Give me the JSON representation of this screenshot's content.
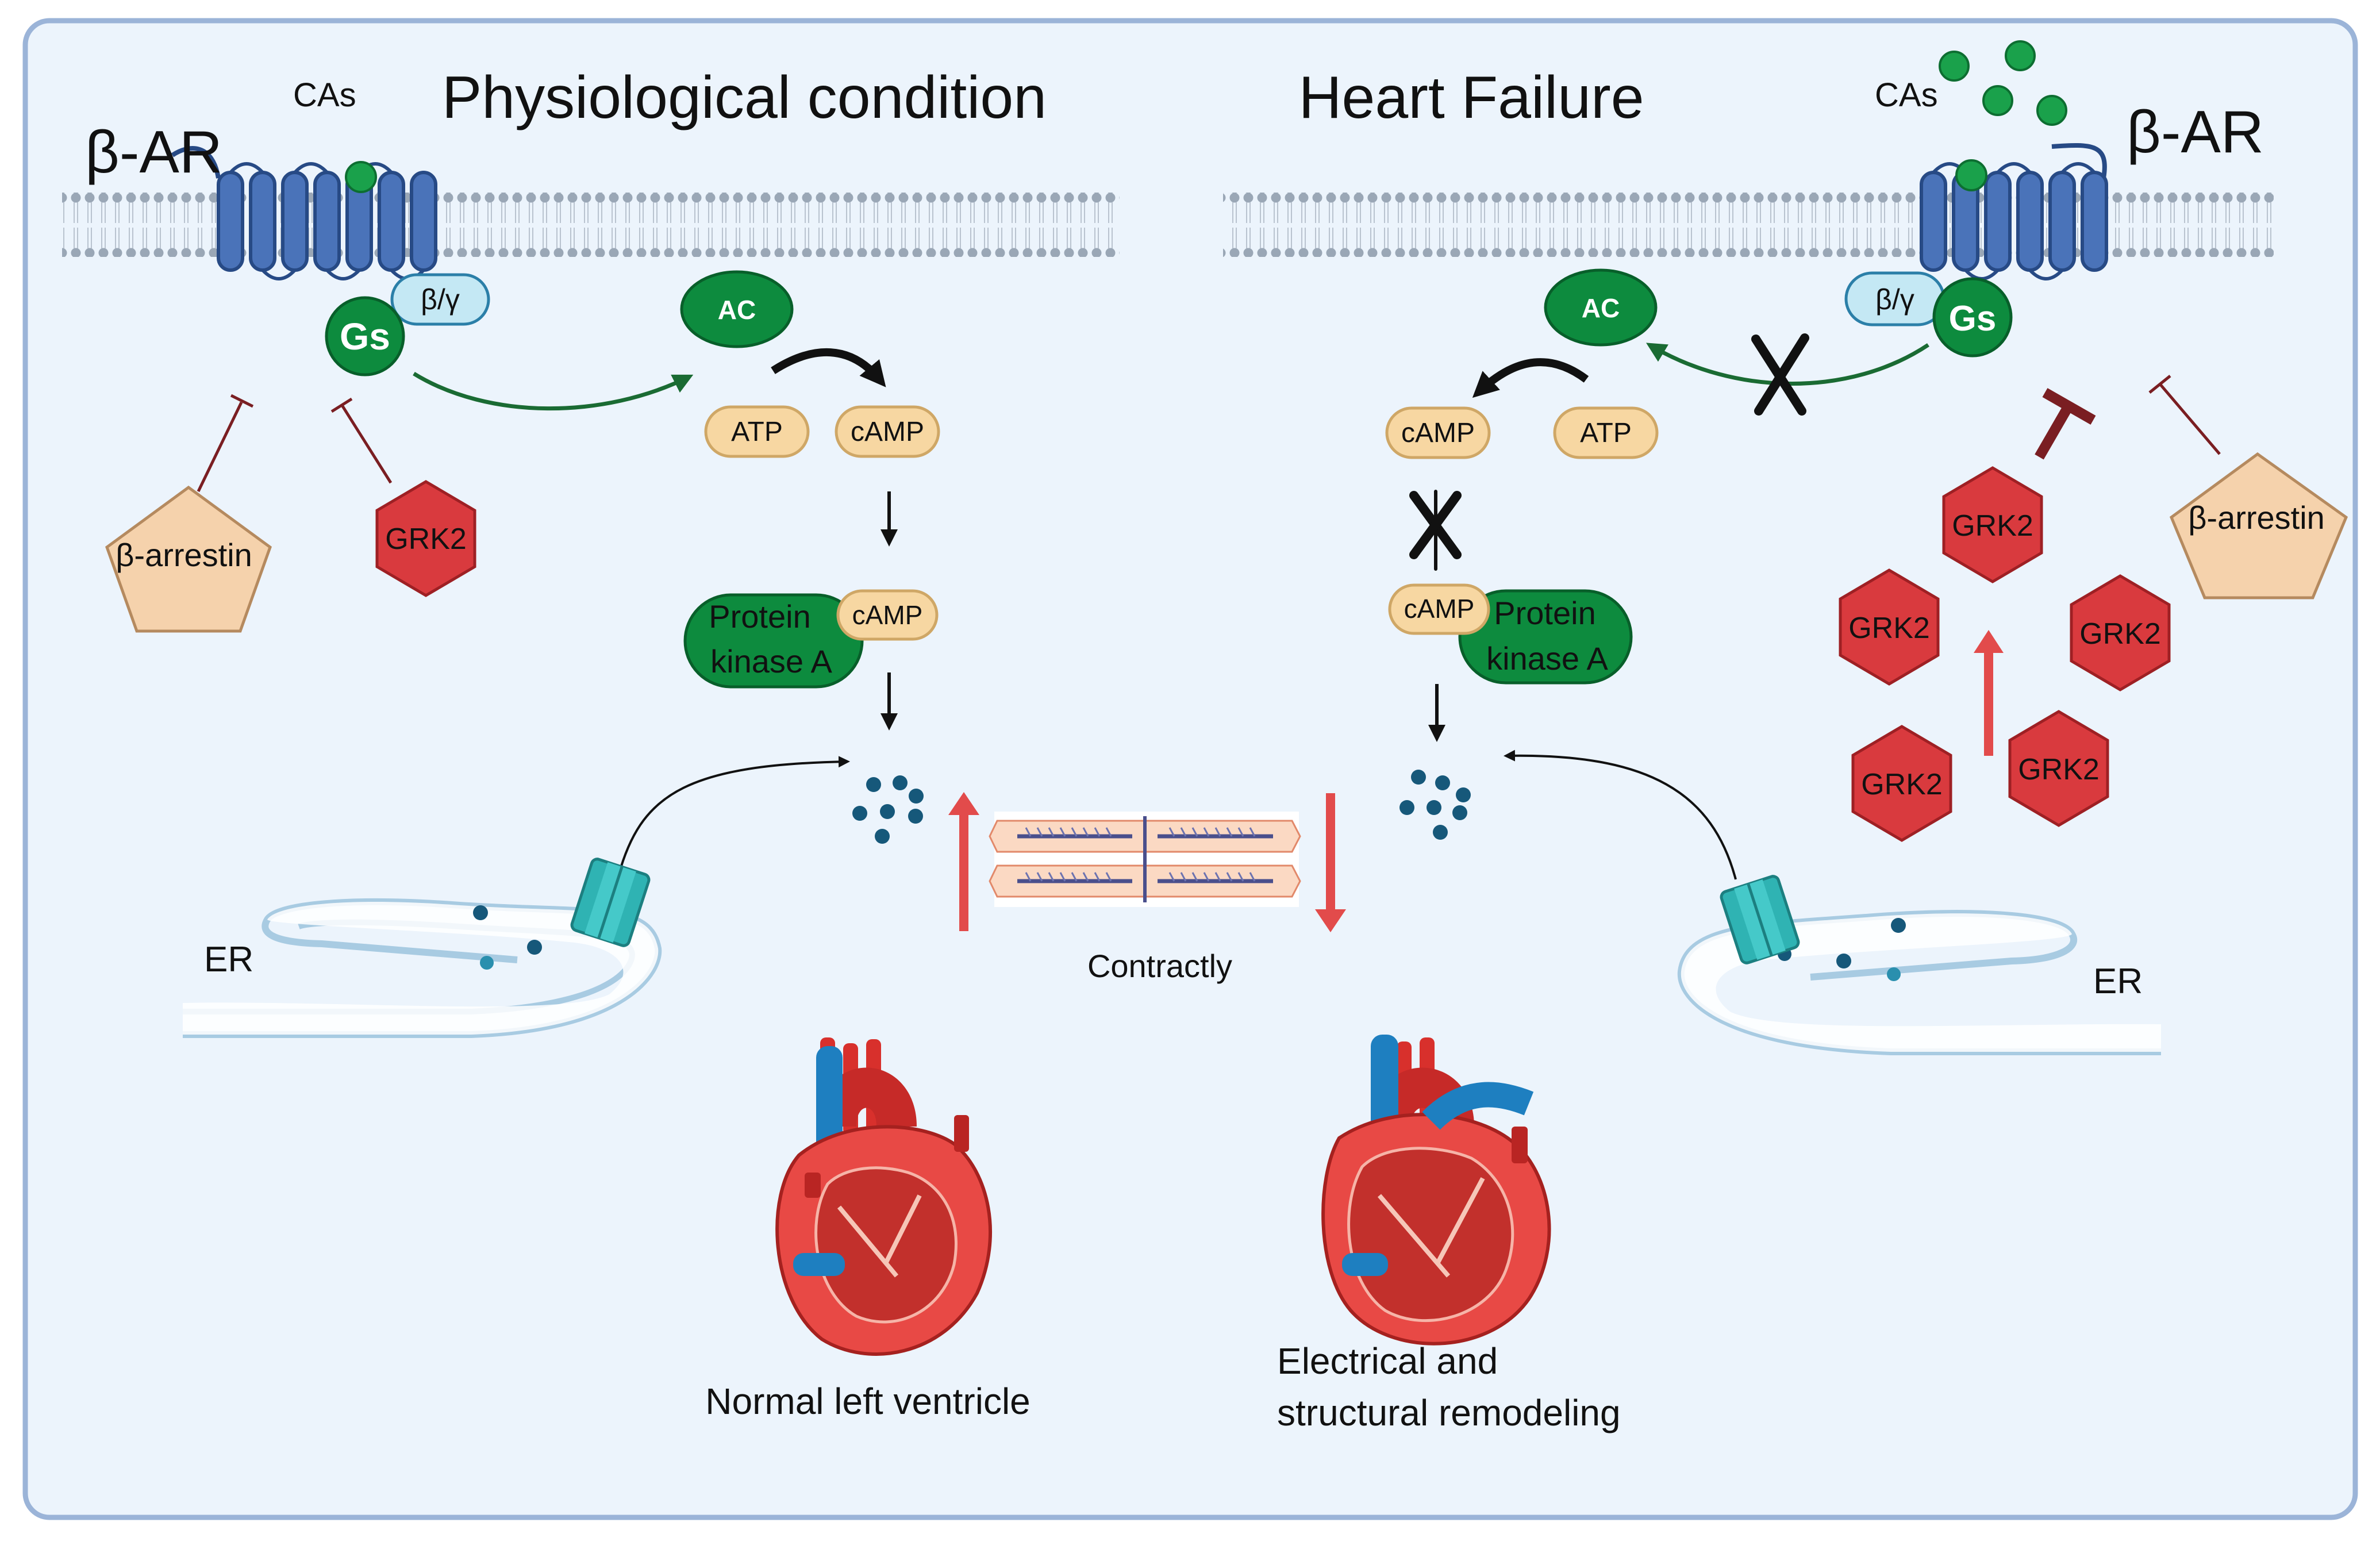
{
  "titles": {
    "left": "Physiological  condition",
    "right": "Heart Failure"
  },
  "labels": {
    "beta_ar": "β-AR",
    "cas": "CAs",
    "gs": "Gs",
    "beta_gamma": "β/γ",
    "ac": "AC",
    "atp": "ATP",
    "camp": "cAMP",
    "pka_line1": "Protein",
    "pka_line2": "kinase A",
    "grk2": "GRK2",
    "beta_arrestin": "β-arrestin",
    "er": "ER",
    "contractility": "Contractly",
    "normal_heart": "Normal left ventricle",
    "remodel_line1": "Electrical and",
    "remodel_line2": "structural remodeling"
  },
  "colors": {
    "frame_bg": "#ecf4fc",
    "frame_border": "#9bb4d8",
    "membrane": "#9aa7b6",
    "receptor": "#4a73b9",
    "receptor_dark": "#274a85",
    "g_protein": "#0d8b3e",
    "beta_gamma_fill": "#c4e8f4",
    "nucleotide": "#f7d7a2",
    "nucleotide_stroke": "#cfa766",
    "grk2": "#d93a3e",
    "arrestin": "#f5d2ac",
    "inhibition": "#7a1e22",
    "arrow_red": "#e24b4b",
    "calcium": "#16587a",
    "channel": "#2fb3b3",
    "er_stroke": "#a8cbe2"
  }
}
